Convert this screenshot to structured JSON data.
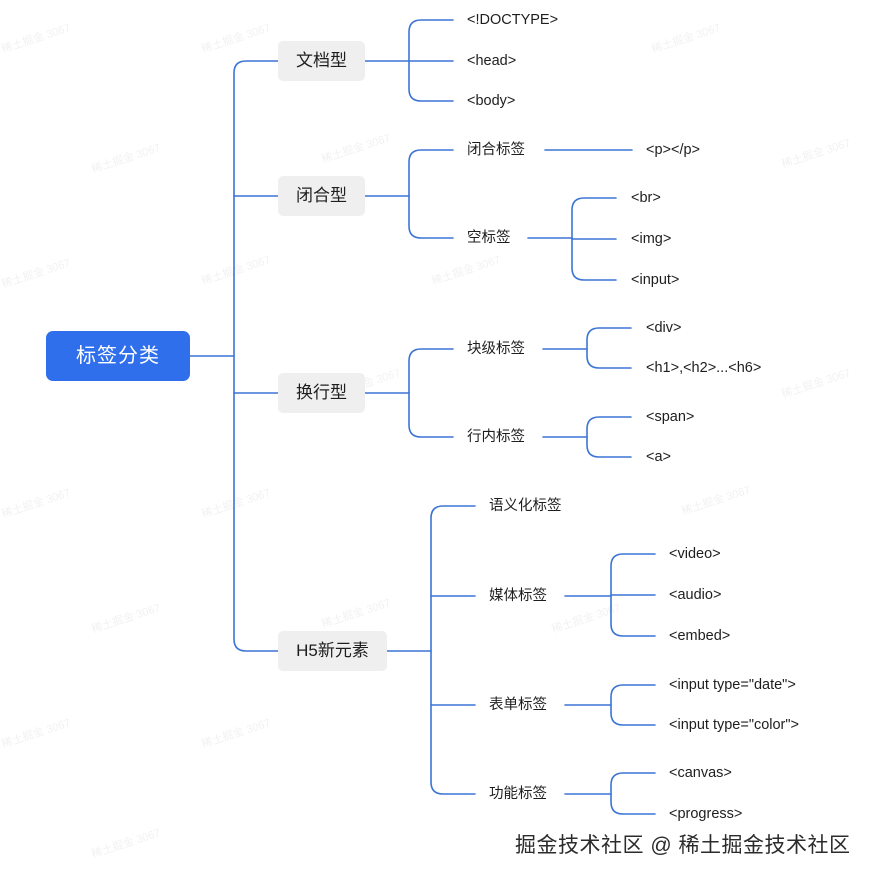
{
  "root": {
    "label": "标签分类"
  },
  "categories": {
    "doc": {
      "label": "文档型",
      "items": [
        "<!DOCTYPE>",
        "<head>",
        "<body>"
      ]
    },
    "closed": {
      "label": "闭合型",
      "paired": {
        "label": "闭合标签",
        "items": [
          "<p></p>"
        ]
      },
      "empty": {
        "label": "空标签",
        "items": [
          "<br>",
          "<img>",
          "<input>"
        ]
      }
    },
    "wrap": {
      "label": "换行型",
      "block": {
        "label": "块级标签",
        "items": [
          "<div>",
          "<h1>,<h2>...<h6>"
        ]
      },
      "inline": {
        "label": "行内标签",
        "items": [
          "<span>",
          "<a>"
        ]
      }
    },
    "h5": {
      "label": "H5新元素",
      "semantic": {
        "label": "语义化标签"
      },
      "media": {
        "label": "媒体标签",
        "items": [
          "<video>",
          "<audio>",
          "<embed>"
        ]
      },
      "form": {
        "label": "表单标签",
        "items": [
          "<input type=\"date\">",
          "<input type=\"color\">"
        ]
      },
      "func": {
        "label": "功能标签",
        "items": [
          "<canvas>",
          "<progress>"
        ]
      }
    }
  },
  "watermark": {
    "text": "稀土掘金 3067"
  },
  "footer": {
    "text": "掘金技术社区 @ 稀土掘金技术社区"
  },
  "colors": {
    "root": "#2f6fec",
    "connector": "#3b74d6",
    "node": "#efefef"
  }
}
